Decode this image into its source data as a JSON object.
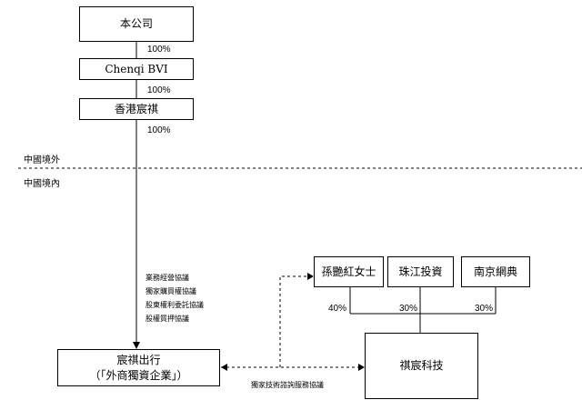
{
  "entities": {
    "company": "本公司",
    "chenqi_bvi": "Chenqi BVI",
    "hk_chenqi": "香港宸祺",
    "chenqi_travel": "宸祺出行",
    "chenqi_travel_note": "（「外商獨資企業」）",
    "sun_yanhong": "孫艷紅女士",
    "zhujiang_inv": "珠江投資",
    "nanjing_wangdian": "南京網典",
    "qichen_tech": "祺宸科技"
  },
  "percentages": {
    "company_to_bvi": "100%",
    "bvi_to_hk": "100%",
    "hk_to_travel": "100%",
    "sun_share": "40%",
    "zhujiang_share": "30%",
    "nanjing_share": "30%"
  },
  "regions": {
    "outside": "中國境外",
    "inside": "中國境內"
  },
  "agreements": [
    "業務經營協議",
    "獨家購買權協議",
    "股東權利委託協議",
    "股權質押協議"
  ],
  "service_agreement": "獨家技術諮詢服務協議"
}
